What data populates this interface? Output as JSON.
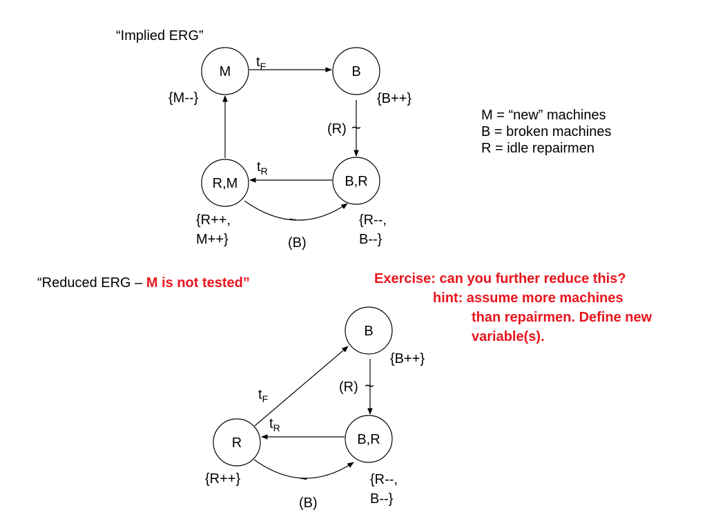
{
  "implied": {
    "title": "“Implied ERG”",
    "nodes": {
      "m": "M",
      "b": "B",
      "br": "B,R",
      "rm": "R,M"
    },
    "labels": {
      "m_update": "{M--}",
      "b_update": "{B++}",
      "rm_update_1": "{R++,",
      "rm_update_2": "M++}",
      "br_update_1": "{R--,",
      "br_update_2": "B--}",
      "cond_r": "(R)",
      "cond_b": "(B)",
      "tilde": "~"
    },
    "edges": {
      "t_f": {
        "base": "t",
        "sub": "F"
      },
      "t_r": {
        "base": "t",
        "sub": "R"
      }
    }
  },
  "legend": [
    "M = “new” machines",
    "B = broken machines",
    "R = idle repairmen"
  ],
  "reduced": {
    "title_prefix": "“Reduced ERG – ",
    "title_highlight": "M is not tested”",
    "nodes": {
      "b": "B",
      "br": "B,R",
      "r": "R"
    },
    "labels": {
      "b_update": "{B++}",
      "r_update": "{R++}",
      "br_update_1": "{R--,",
      "br_update_2": "B--}",
      "cond_r": "(R)",
      "cond_b": "(B)",
      "tilde": "~"
    },
    "edges": {
      "t_f": {
        "base": "t",
        "sub": "F"
      },
      "t_r": {
        "base": "t",
        "sub": "R"
      }
    }
  },
  "exercise": {
    "line1": "Exercise: can you further reduce this?",
    "line2": "hint: assume more machines",
    "line3": "than repairmen. Define new",
    "line4": "variable(s)."
  },
  "colors": {
    "highlight": "#e8141c",
    "stroke": "#000000"
  }
}
